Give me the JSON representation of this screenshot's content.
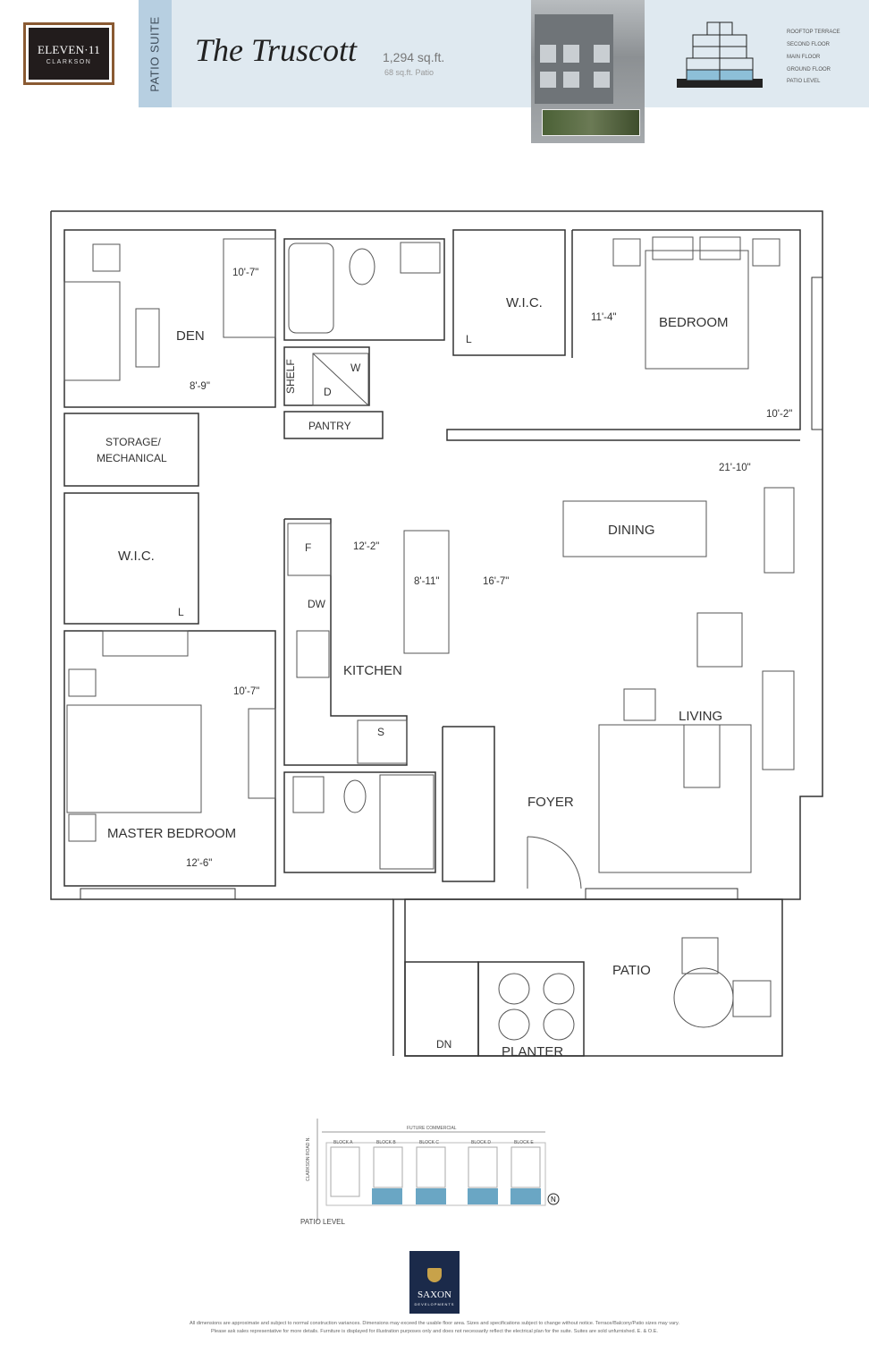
{
  "header": {
    "logo_main": "ELEVEN·11",
    "logo_sub": "CLARKSON",
    "suite_type": "PATIO SUITE",
    "suite_name": "The Truscott",
    "area": "1,294 sq.ft.",
    "patio_area": "68 sq.ft. Patio",
    "levels": [
      "ROOFTOP TERRACE",
      "SECOND FLOOR",
      "MAIN FLOOR",
      "GROUND FLOOR",
      "PATIO LEVEL"
    ]
  },
  "plan": {
    "rooms": {
      "den": "DEN",
      "wic_top": "W.I.C.",
      "bedroom": "BEDROOM",
      "shelf": "SHELF",
      "pantry": "PANTRY",
      "storage_1": "STORAGE/",
      "storage_2": "MECHANICAL",
      "wic_left": "W.I.C.",
      "dining": "DINING",
      "kitchen": "KITCHEN",
      "living": "LIVING",
      "foyer": "FOYER",
      "master_bedroom": "MASTER BEDROOM",
      "patio": "PATIO",
      "planter": "PLANTER",
      "dn": "DN"
    },
    "fixtures": {
      "washer": "W",
      "dryer": "D",
      "linen_top": "L",
      "linen_left": "L",
      "fridge": "F",
      "dishwasher": "DW",
      "stove": "S"
    },
    "dimensions": {
      "den": "10'-7\"",
      "den_width": "8'-9\"",
      "bedroom_wic": "11'-4\"",
      "bedroom": "10'-2\"",
      "dining_length": "21'-10\"",
      "kitchen": "12'-2\"",
      "island": "8'-11\"",
      "living": "16'-7\"",
      "master_width": "10'-7\"",
      "master_length": "12'-6\""
    }
  },
  "site_plan": {
    "title": "PATIO LEVEL",
    "future": "FUTURE COMMERCIAL",
    "blocks": [
      "BLOCK A",
      "BLOCK B",
      "BLOCK C",
      "BLOCK D",
      "BLOCK E"
    ],
    "street": "CLARKSON ROAD N.",
    "north": "N",
    "accent": "#6aa6c4"
  },
  "footer": {
    "brand": "SAXON",
    "brand_sub": "DEVELOPMENTS",
    "disclaimer_1": "All dimensions are approximate and subject to normal construction variances. Dimensions may exceed the usable floor area. Sizes and specifications subject to change without notice. Terrace/Balcony/Patio sizes may vary.",
    "disclaimer_2": "Please ask sales representative for more details. Furniture is displayed for illustration purposes only and does not necessarily reflect the electrical plan for the suite. Suites are sold unfurnished. E. & O.E."
  }
}
